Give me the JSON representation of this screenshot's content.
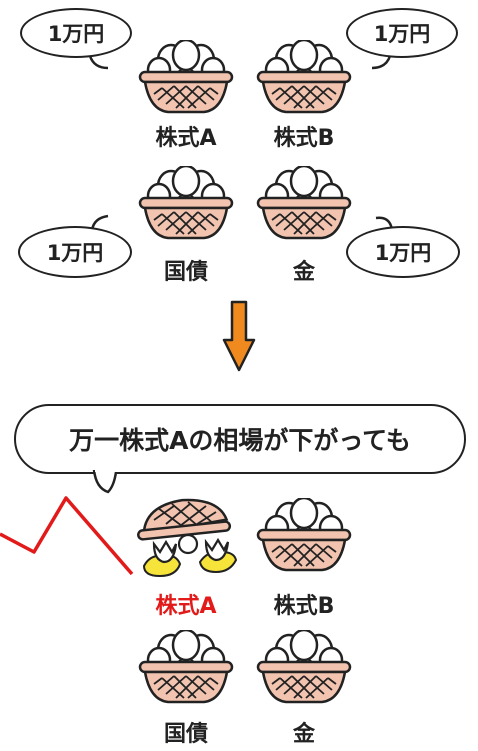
{
  "top": {
    "bubbles": [
      "1万円",
      "1万円",
      "1万円",
      "1万円"
    ],
    "labels": [
      "株式A",
      "株式B",
      "国債",
      "金"
    ]
  },
  "message": "万一株式Aの相場が下がっても",
  "bottom": {
    "labels": [
      "株式A",
      "株式B",
      "国債",
      "金"
    ]
  },
  "colors": {
    "basket": "#f2c4b0",
    "outline": "#222222",
    "arrow": "#f08a1e",
    "chart_line": "#e21a1a",
    "yolk": "#f7e43a"
  }
}
